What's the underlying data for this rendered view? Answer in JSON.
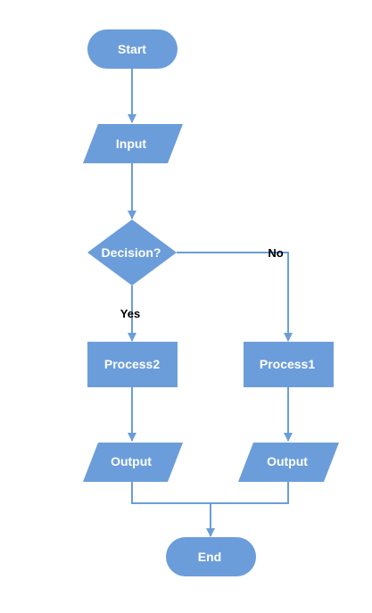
{
  "colors": {
    "node_fill": "#6b9ddb",
    "connector": "#6b9ddb",
    "label_text": "#ffffff",
    "edge_label_text": "#000000"
  },
  "nodes": {
    "start": {
      "shape": "terminator",
      "label": "Start"
    },
    "input": {
      "shape": "parallelogram",
      "label": "Input"
    },
    "decision": {
      "shape": "diamond",
      "label": "Decision?"
    },
    "process2": {
      "shape": "rectangle",
      "label": "Process2"
    },
    "process1": {
      "shape": "rectangle",
      "label": "Process1"
    },
    "output_left": {
      "shape": "parallelogram",
      "label": "Output"
    },
    "output_right": {
      "shape": "parallelogram",
      "label": "Output"
    },
    "end": {
      "shape": "terminator",
      "label": "End"
    }
  },
  "edges": {
    "yes": {
      "from": "decision",
      "to": "process2",
      "label": "Yes"
    },
    "no": {
      "from": "decision",
      "to": "process1",
      "label": "No"
    }
  }
}
